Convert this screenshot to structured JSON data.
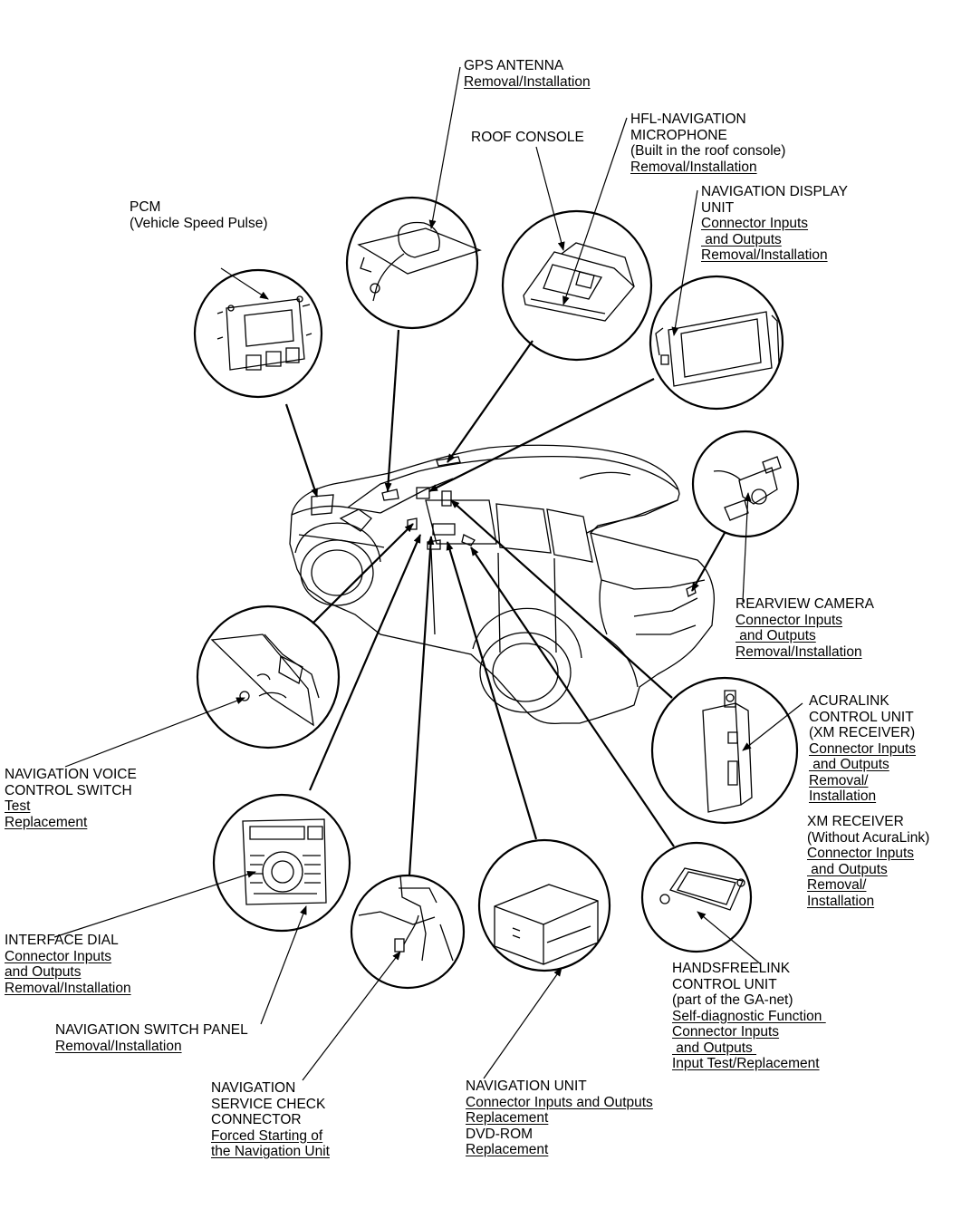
{
  "diagram": {
    "colors": {
      "ink": "#000000",
      "paper": "#ffffff"
    },
    "components": {
      "gps_antenna": {
        "lines": [
          {
            "text": "GPS ANTENNA",
            "u": false
          },
          {
            "text": "Removal/Installation",
            "u": true
          }
        ]
      },
      "roof_console": {
        "lines": [
          {
            "text": "ROOF CONSOLE",
            "u": false
          }
        ]
      },
      "hfl_microphone": {
        "lines": [
          {
            "text": "HFL-NAVIGATION",
            "u": false
          },
          {
            "text": "MICROPHONE",
            "u": false
          },
          {
            "text": "(Built in the roof console)",
            "u": false
          },
          {
            "text": "Removal/Installation",
            "u": true
          }
        ]
      },
      "pcm": {
        "lines": [
          {
            "text": "PCM",
            "u": false
          },
          {
            "text": "(Vehicle Speed Pulse)",
            "u": false
          }
        ]
      },
      "nav_display": {
        "lines": [
          {
            "text": "NAVIGATION DISPLAY",
            "u": false
          },
          {
            "text": "UNIT",
            "u": false
          },
          {
            "text": "Connector Inputs",
            "u": true
          },
          {
            "text": " and Outputs",
            "u": true
          },
          {
            "text": "Removal/Installation",
            "u": true
          }
        ]
      },
      "rearview_camera": {
        "lines": [
          {
            "text": "REARVIEW CAMERA",
            "u": false
          },
          {
            "text": "Connector Inputs",
            "u": true
          },
          {
            "text": " and Outputs",
            "u": true
          },
          {
            "text": "Removal/Installation",
            "u": true
          }
        ]
      },
      "acuralink": {
        "lines": [
          {
            "text": "ACURALINK",
            "u": false
          },
          {
            "text": "CONTROL UNIT",
            "u": false
          },
          {
            "text": "(XM RECEIVER)",
            "u": false
          },
          {
            "text": "Connector Inputs",
            "u": true
          },
          {
            "text": " and Outputs",
            "u": true
          },
          {
            "text": "Removal/",
            "u": true
          },
          {
            "text": "Installation",
            "u": true
          }
        ]
      },
      "xm_receiver": {
        "lines": [
          {
            "text": "XM RECEIVER",
            "u": false
          },
          {
            "text": "(Without AcuraLink)",
            "u": false
          },
          {
            "text": "Connector Inputs",
            "u": true
          },
          {
            "text": " and Outputs",
            "u": true
          },
          {
            "text": "Removal/",
            "u": true
          },
          {
            "text": "Installation",
            "u": true
          }
        ]
      },
      "voice_switch": {
        "lines": [
          {
            "text": "NAVIGATION VOICE",
            "u": false
          },
          {
            "text": "CONTROL SWITCH",
            "u": false
          },
          {
            "text": "Test",
            "u": true
          },
          {
            "text": "Replacement",
            "u": true
          }
        ]
      },
      "interface_dial": {
        "lines": [
          {
            "text": "INTERFACE DIAL",
            "u": false
          },
          {
            "text": "Connector Inputs",
            "u": true
          },
          {
            "text": "and Outputs",
            "u": true
          },
          {
            "text": "Removal/Installation",
            "u": true
          }
        ]
      },
      "switch_panel": {
        "lines": [
          {
            "text": "NAVIGATION SWITCH PANEL",
            "u": false
          },
          {
            "text": "Removal/Installation",
            "u": true
          }
        ]
      },
      "service_check": {
        "lines": [
          {
            "text": "NAVIGATION",
            "u": false
          },
          {
            "text": "SERVICE CHECK",
            "u": false
          },
          {
            "text": "CONNECTOR",
            "u": false
          },
          {
            "text": "Forced Starting of",
            "u": true
          },
          {
            "text": "the Navigation Unit",
            "u": true
          }
        ]
      },
      "nav_unit": {
        "lines": [
          {
            "text": "NAVIGATION UNIT",
            "u": false
          },
          {
            "text": "Connector Inputs and Outputs",
            "u": true
          },
          {
            "text": "Replacement",
            "u": true
          },
          {
            "text": "DVD-ROM",
            "u": false
          },
          {
            "text": "Replacement",
            "u": true
          }
        ]
      },
      "handsfreelink": {
        "lines": [
          {
            "text": "HANDSFREELINK",
            "u": false
          },
          {
            "text": "CONTROL UNIT",
            "u": false
          },
          {
            "text": "(part of the GA-net)",
            "u": false
          },
          {
            "text": "Self-diagnostic Function ",
            "u": true
          },
          {
            "text": "Connector Inputs",
            "u": true
          },
          {
            "text": " and Outputs ",
            "u": true
          },
          {
            "text": "Input Test/Replacement",
            "u": true
          }
        ]
      }
    }
  }
}
